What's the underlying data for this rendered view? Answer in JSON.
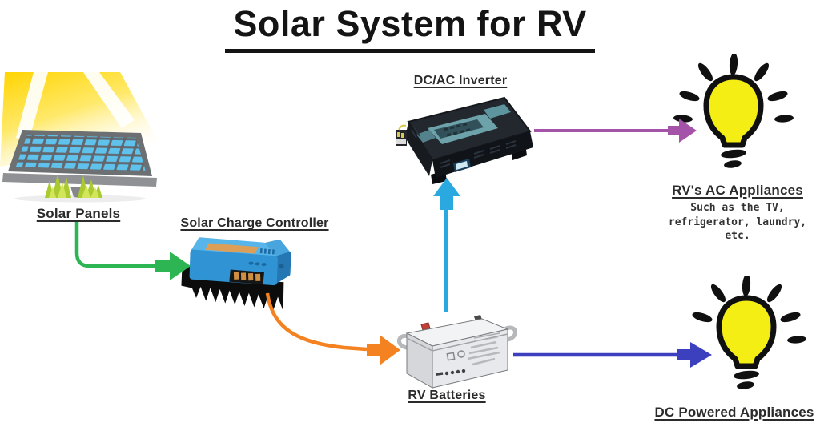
{
  "title": "Solar System for RV",
  "nodes": {
    "solar_panels": {
      "label": "Solar Panels"
    },
    "charge_controller": {
      "label": "Solar Charge Controller"
    },
    "inverter": {
      "label": "DC/AC Inverter"
    },
    "batteries": {
      "label": "RV Batteries"
    },
    "ac_appliances": {
      "label": "RV's AC Appliances",
      "caption_lines": [
        "Such as the TV,",
        "refrigerator, laundry,",
        "etc."
      ]
    },
    "dc_appliances": {
      "label": "DC Powered Appliances"
    }
  },
  "edges": [
    {
      "from": "Solar Panels",
      "to": "Solar Charge Controller",
      "color": "#2eb553"
    },
    {
      "from": "Solar Charge Controller",
      "to": "RV Batteries",
      "color": "#f58220"
    },
    {
      "from": "RV Batteries",
      "to": "DC/AC Inverter",
      "color": "#2aa9e1"
    },
    {
      "from": "DC/AC Inverter",
      "to": "RV's AC Appliances",
      "color": "#a553a8"
    },
    {
      "from": "RV Batteries",
      "to": "DC Powered Appliances",
      "color": "#3c40bf"
    }
  ],
  "colors": {
    "bulb_yellow": "#f4ee15",
    "panel_cell_blue": "#5fc2ec",
    "controller_blue": "#2f93d4",
    "text": "#262626"
  }
}
